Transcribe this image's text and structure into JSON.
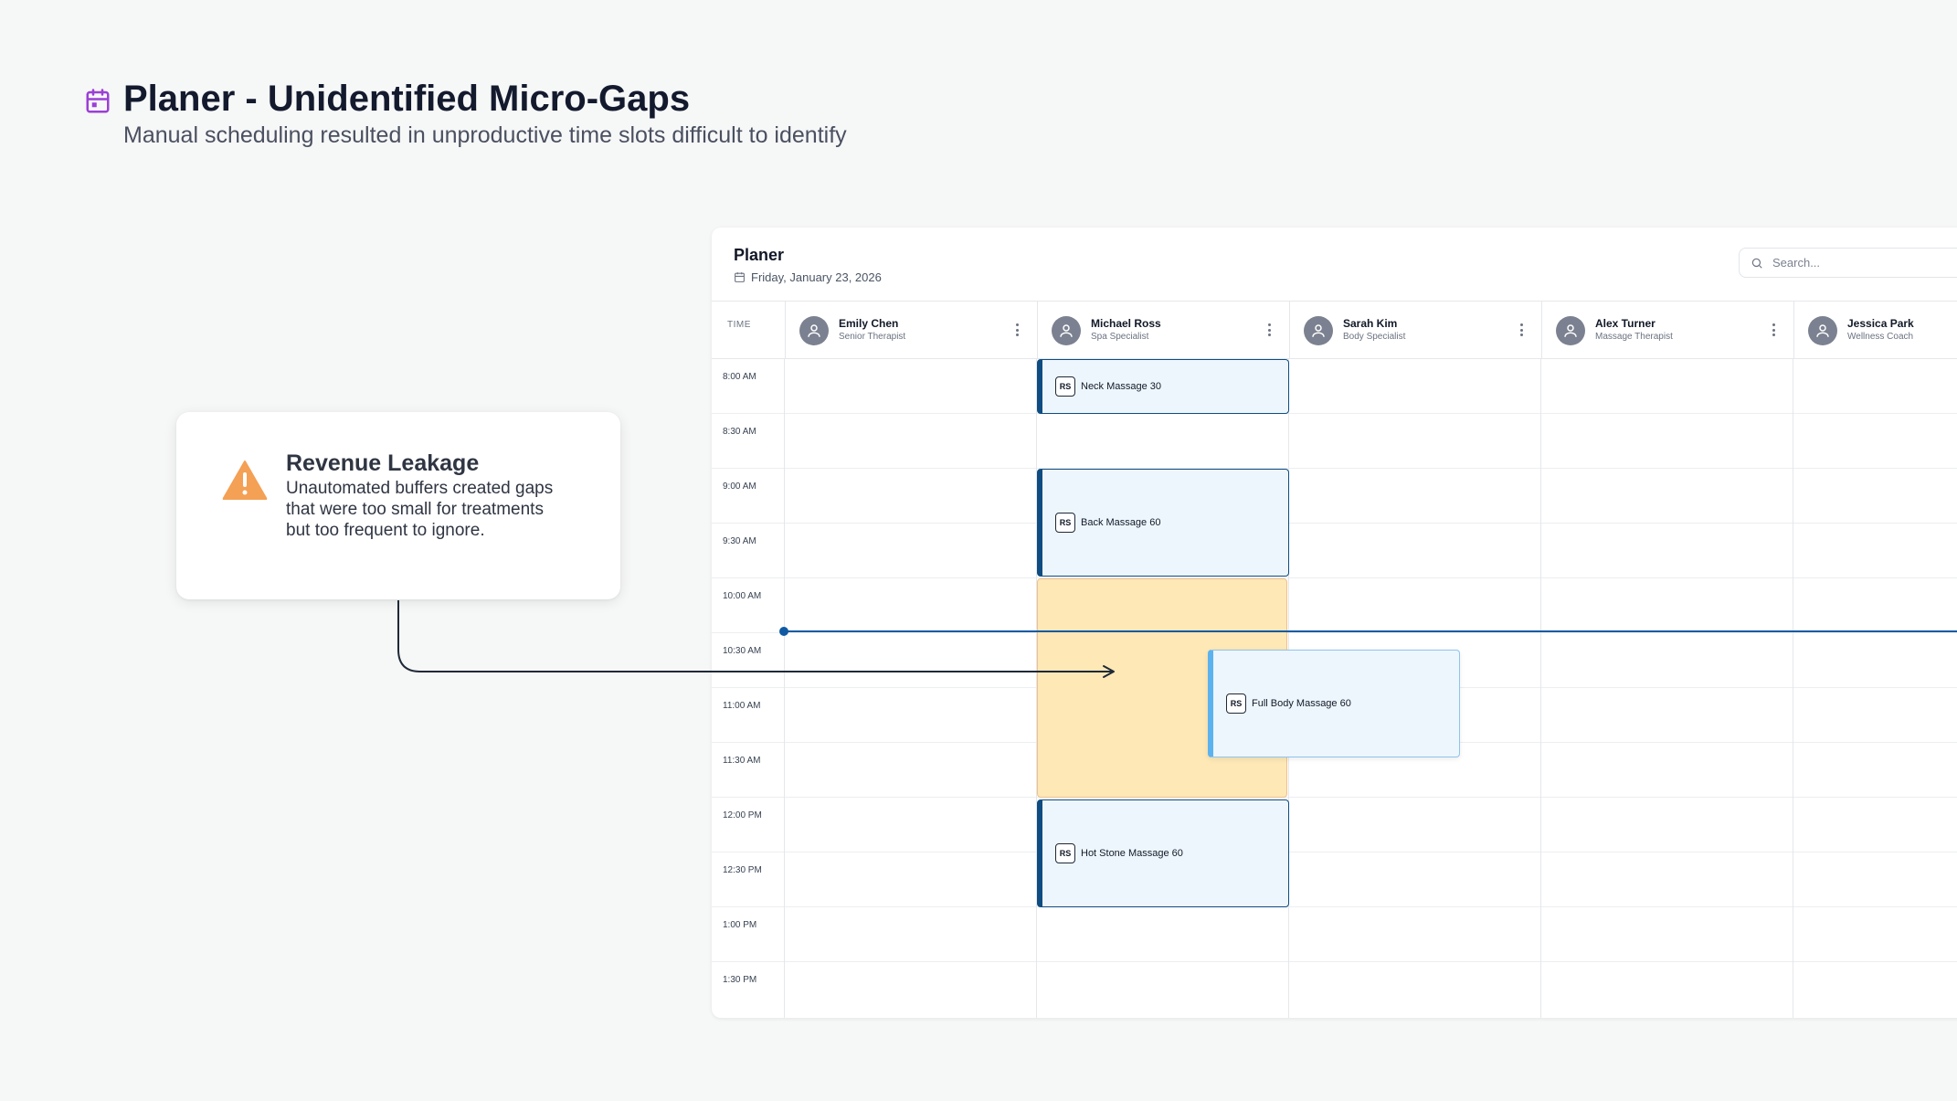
{
  "header": {
    "icon": "calendar-icon",
    "title": "Planer - Unidentified Micro-Gaps",
    "subtitle": "Manual scheduling resulted in unproductive time slots difficult to identify"
  },
  "callout": {
    "icon": "warning-triangle-icon",
    "title": "Revenue Leakage",
    "text": "Unautomated buffers created gaps that were too small for treatments but too frequent to ignore."
  },
  "planer": {
    "title": "Planer",
    "date": "Friday, January 23, 2026",
    "search_placeholder": "Search...",
    "time_header": "TIME",
    "staff": [
      {
        "name": "Emily Chen",
        "role": "Senior Therapist"
      },
      {
        "name": "Michael Ross",
        "role": "Spa Specialist"
      },
      {
        "name": "Sarah Kim",
        "role": "Body Specialist"
      },
      {
        "name": "Alex Turner",
        "role": "Massage Therapist"
      },
      {
        "name": "Jessica Park",
        "role": "Wellness Coach"
      }
    ],
    "times": [
      "8:00 AM",
      "8:30 AM",
      "9:00 AM",
      "9:30 AM",
      "10:00 AM",
      "10:30 AM",
      "11:00 AM",
      "11:30 AM",
      "12:00 PM",
      "12:30 PM",
      "1:00 PM",
      "1:30 PM"
    ],
    "appointments": [
      {
        "badge": "RS",
        "label": "Neck Massage 30"
      },
      {
        "badge": "RS",
        "label": "Back Massage 60"
      },
      {
        "badge": "RS",
        "label": "Full Body Massage 60"
      },
      {
        "badge": "RS",
        "label": "Hot Stone Massage 60"
      }
    ]
  },
  "colors": {
    "accent_purple": "#9b3fd6",
    "warning_orange": "#f4a055",
    "gap_highlight": "#fde8b6",
    "appointment_border": "#0f4c81",
    "appointment_light_border": "#5cb2ee",
    "current_time_line": "#0f5aa3"
  }
}
